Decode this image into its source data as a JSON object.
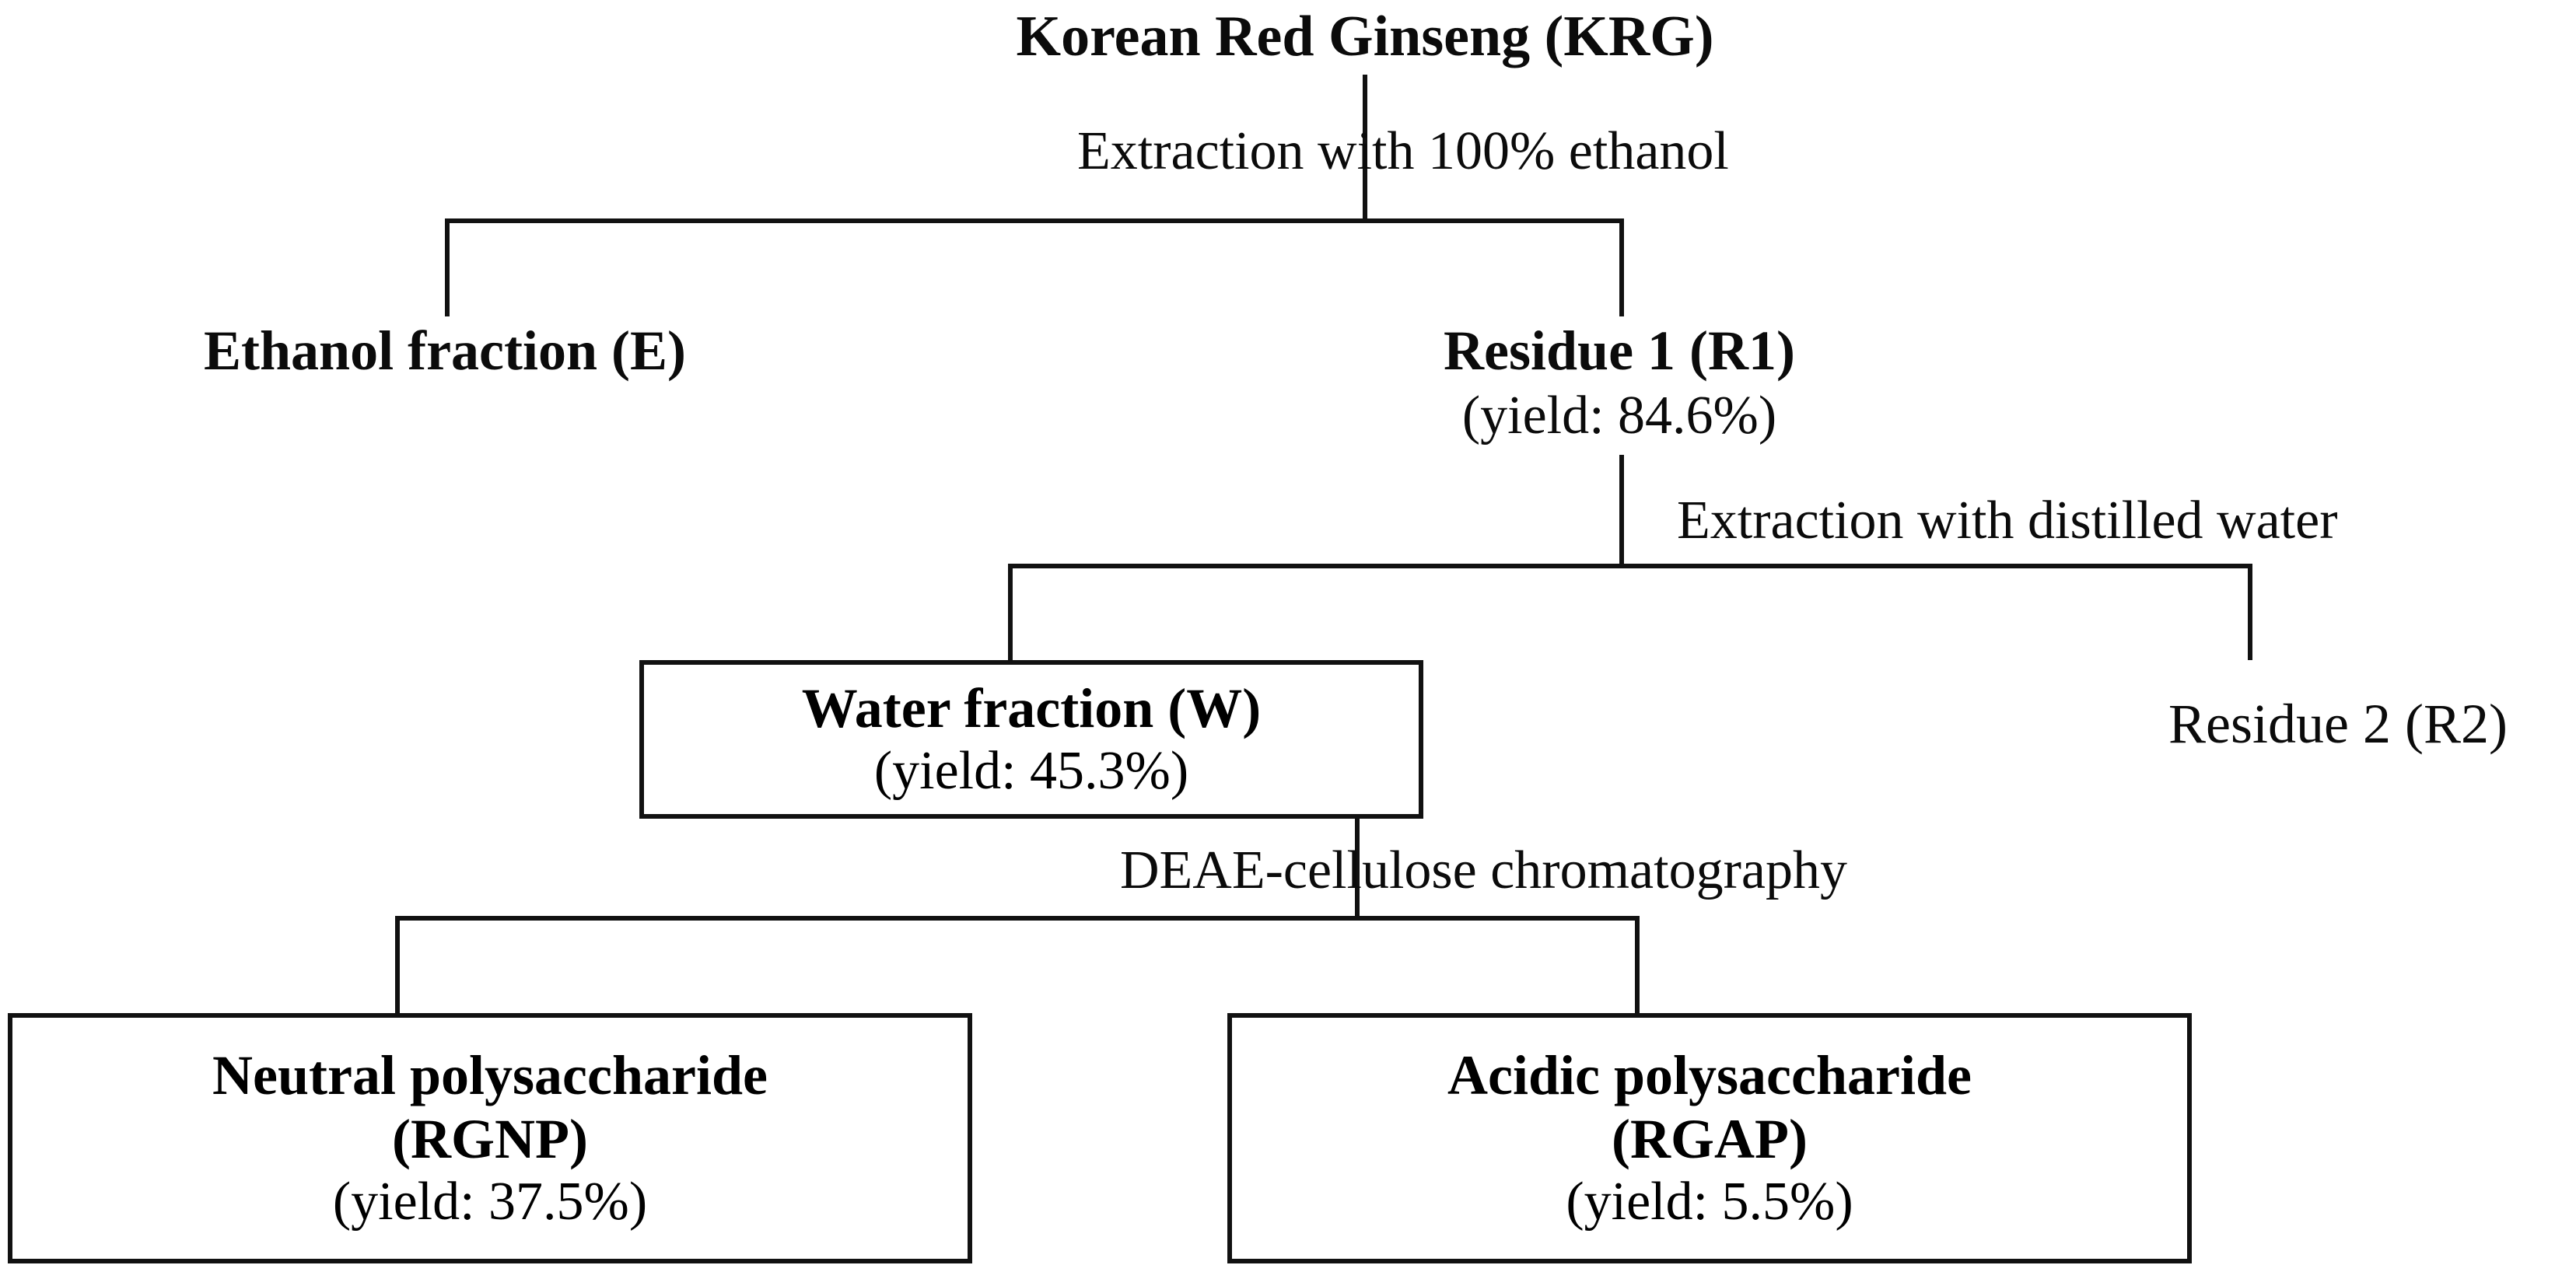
{
  "diagram": {
    "title": "Korean Red Ginseng (KRG)",
    "root": {
      "label": "Korean Red Ginseng (KRG)"
    },
    "edges": {
      "ethanol_extraction": "Extraction with 100% ethanol",
      "water_extraction": "Extraction with distilled water",
      "chromatography": "DEAE-cellulose chromatography"
    },
    "nodes": {
      "ethanol_fraction": {
        "label": "Ethanol fraction (E)",
        "yield": ""
      },
      "residue_1": {
        "label": "Residue 1 (R1)",
        "yield": "(yield: 84.6%)"
      },
      "water_fraction": {
        "label": "Water fraction (W)",
        "yield": "(yield: 45.3%)"
      },
      "residue_2": {
        "label": "Residue 2 (R2)",
        "yield": ""
      },
      "neutral_polysaccharide": {
        "label_line1": "Neutral polysaccharide",
        "label_line2": "(RGNP)",
        "yield": "(yield: 37.5%)"
      },
      "acidic_polysaccharide": {
        "label_line1": "Acidic polysaccharide",
        "label_line2": "(RGAP)",
        "yield": "(yield: 5.5%)"
      }
    }
  }
}
